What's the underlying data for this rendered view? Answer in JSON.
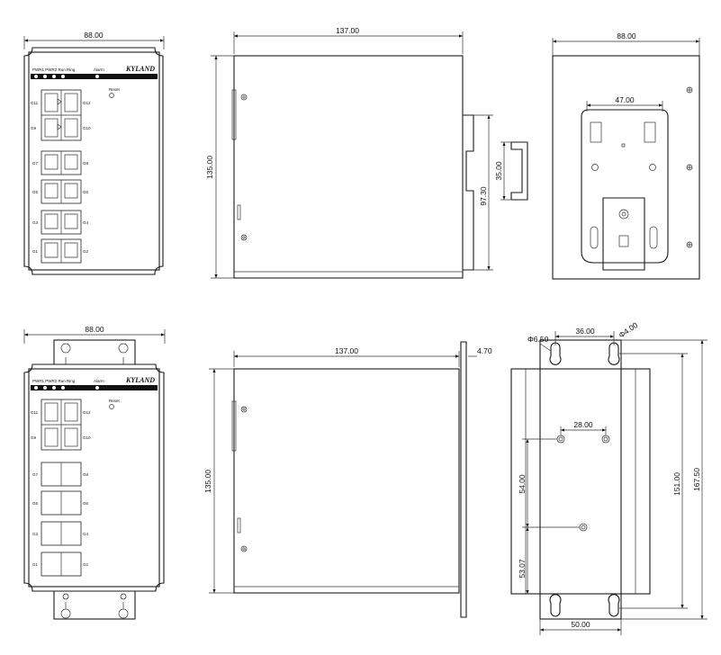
{
  "dimensions": {
    "front_width": "88.00",
    "side_depth": "137.00",
    "side_height": "135.00",
    "rail_height": "97.30",
    "rail_profile": "35.00",
    "rear_width": "88.00",
    "clip_width": "47.00",
    "flange_thickness": "4.70",
    "hole_dia": "Φ6.50",
    "slot_dia": "Φ4.00",
    "hole_spacing_top": "36.00",
    "hole_spacing_mid": "28.00",
    "hole_vertical": "54.00",
    "bottom_offset": "53.07",
    "inner_height": "151.00",
    "total_height": "167.50",
    "bottom_width": "50.00"
  },
  "front_panel": {
    "brand": "KYLAND",
    "led_labels": "PWR1 PWR2 Run Ring",
    "alarm": "Alarm",
    "reset": "Reset",
    "fiber_ports": [
      "G11",
      "G12",
      "G9",
      "G10"
    ],
    "copper_ports": [
      "G7",
      "G8",
      "G5",
      "G6",
      "G3",
      "G4",
      "G1",
      "G2"
    ]
  }
}
